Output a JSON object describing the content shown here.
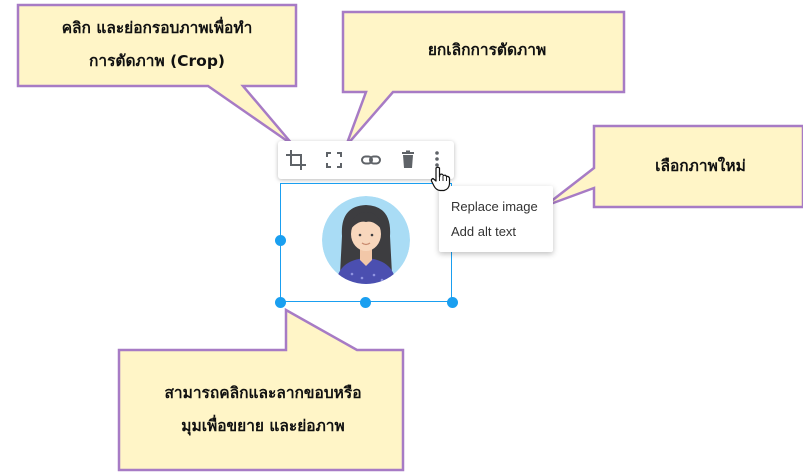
{
  "callouts": {
    "crop": {
      "lines": [
        "คลิก และย่อกรอบภาพเพื่อทำ",
        "การตัดภาพ (Crop)"
      ]
    },
    "cancel_crop": {
      "lines": [
        "ยกเลิกการตัดภาพ"
      ]
    },
    "replace": {
      "lines": [
        "เลือกภาพใหม่"
      ]
    },
    "resize": {
      "lines": [
        "สามารถคลิกและลากขอบหรือ",
        "มุมเพื่อขยาย และย่อภาพ"
      ]
    }
  },
  "toolbar": {
    "icons": [
      "crop-icon",
      "fullscreen-icon",
      "link-icon",
      "delete-icon",
      "more-vertical-icon"
    ]
  },
  "menu": {
    "items": [
      {
        "label": "Replace image"
      },
      {
        "label": "Add alt text"
      }
    ]
  },
  "colors": {
    "callout_fill": "#fff5c7",
    "callout_stroke": "#a77bc5",
    "selection": "#1a9ff0",
    "icon": "#5f6368"
  }
}
